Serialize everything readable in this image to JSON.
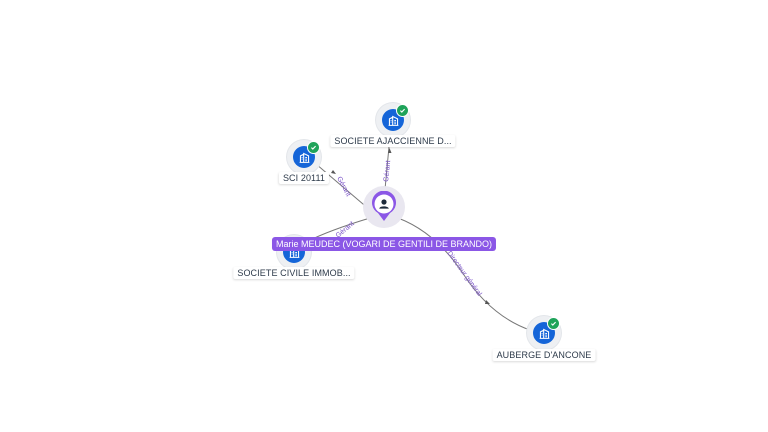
{
  "colors": {
    "company_node": "#1565d8",
    "verified_badge": "#1fa35a",
    "person_accent": "#8b57e6",
    "edge": "#777777",
    "edge_label": "#7a52c7"
  },
  "person": {
    "name": "Marie MEUDEC (VOGARI DE GENTILI DE BRANDO)",
    "icon": "person-icon"
  },
  "companies": [
    {
      "id": "societe-ajaccienne",
      "label": "SOCIETE AJACCIENNE D...",
      "verified": true,
      "icon": "building-icon"
    },
    {
      "id": "sci-20111",
      "label": "SCI 20111",
      "verified": true,
      "icon": "building-icon"
    },
    {
      "id": "societe-civile-immob",
      "label": "SOCIETE CIVILE IMMOB...",
      "verified": false,
      "icon": "building-icon"
    },
    {
      "id": "auberge-ancone",
      "label": "AUBERGE D'ANCONE",
      "verified": true,
      "icon": "building-icon"
    }
  ],
  "relations": [
    {
      "to": "societe-ajaccienne",
      "label": "Gérant"
    },
    {
      "to": "sci-20111",
      "label": "Gérant"
    },
    {
      "to": "societe-civile-immob",
      "label": "Gérant"
    },
    {
      "to": "auberge-ancone",
      "label": "Directeur général"
    }
  ]
}
